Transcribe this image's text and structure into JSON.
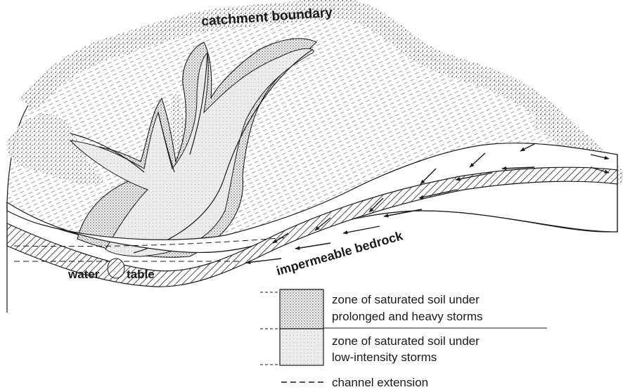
{
  "labels": {
    "catchment_boundary": "catchment boundary",
    "impermeable_bedrock": "impermeable bedrock",
    "water": "water",
    "table": "table"
  },
  "legend": {
    "heavy_line1": "zone of saturated soil under",
    "heavy_line2": "prolonged and heavy storms",
    "low_line1": "zone of saturated soil under",
    "low_line2": "low-intensity storms",
    "channel": "channel extension"
  }
}
